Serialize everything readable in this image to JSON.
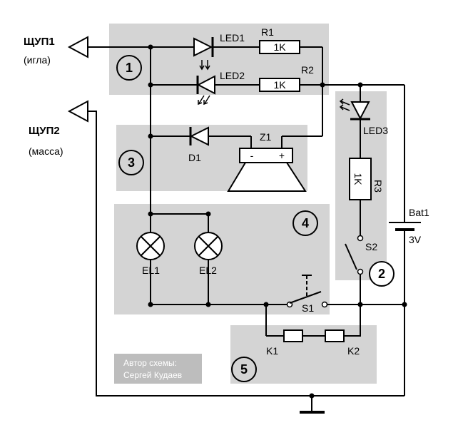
{
  "probes": {
    "probe1_label": "ЩУП1",
    "probe1_sub": "(игла)",
    "probe2_label": "ЩУП2",
    "probe2_sub": "(масса)"
  },
  "components": {
    "led1": "LED1",
    "led2": "LED2",
    "led3": "LED3",
    "r1": "R1",
    "r1_value": "1K",
    "r2": "R2",
    "r2_value": "1K",
    "r3": "R3",
    "r3_value": "1K",
    "d1": "D1",
    "z1": "Z1",
    "z1_minus": "-",
    "z1_plus": "+",
    "el1": "EL1",
    "el2": "EL2",
    "s1": "S1",
    "s2": "S2",
    "k1": "K1",
    "k2": "K2",
    "bat1": "Bat1",
    "bat1_value": "3V"
  },
  "blocks": {
    "b1": "1",
    "b2": "2",
    "b3": "3",
    "b4": "4",
    "b5": "5"
  },
  "credit": {
    "line1": "Автор схемы:",
    "line2": "Сергей Кудаев"
  },
  "colors": {
    "block_fill": "#d4d4d4",
    "wire": "#000000",
    "credit_bg": "#bdbdbd"
  }
}
